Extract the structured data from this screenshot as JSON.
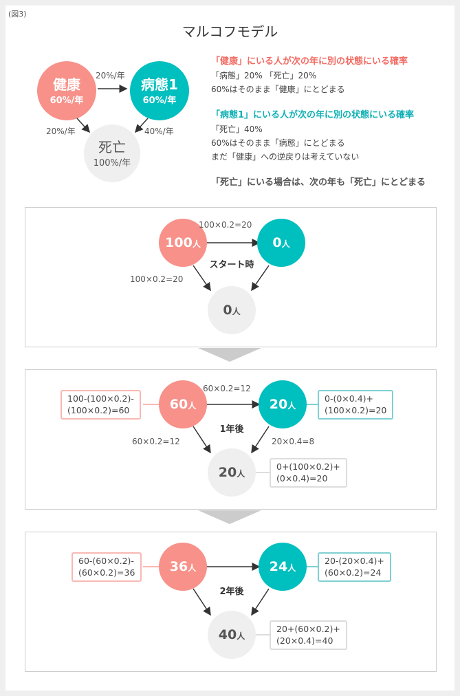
{
  "figure_label": "(図3)",
  "title": "マルコフモデル",
  "overview": {
    "healthy": {
      "name": "健康",
      "rate": "60%/年"
    },
    "sick": {
      "name": "病態1",
      "rate": "60%/年"
    },
    "dead": {
      "name": "死亡",
      "rate": "100%/年"
    },
    "h_to_s": "20%/年",
    "h_to_d": "20%/年",
    "s_to_d": "40%/年"
  },
  "description": {
    "healthy_heading": "「健康」にいる人が次の年に別の状態にいる確率",
    "healthy_lines": [
      "「病態」20% 「死亡」20%",
      "60%はそのまま「健康」にとどまる"
    ],
    "sick_heading": "「病態1」にいる人が次の年に別の状態にいる確率",
    "sick_lines": [
      "「死亡」40%",
      "60%はそのまま「病態」にとどまる",
      "まだ「健康」への逆戻りは考えていない"
    ],
    "dead_line": "「死亡」にいる場合は、次の年も「死亡」にとどまる"
  },
  "unit": "人",
  "stages": [
    {
      "label": "スタート時",
      "healthy": "100",
      "sick": "0",
      "dead": "0",
      "h_to_s": "100×0.2=20",
      "h_to_d": "100×0.2=20"
    },
    {
      "label": "1年後",
      "healthy": "60",
      "sick": "20",
      "dead": "20",
      "h_to_s": "60×0.2=12",
      "h_to_d": "60×0.2=12",
      "s_to_d": "20×0.4=8",
      "healthy_formula": [
        "100-(100×0.2)-",
        "(100×0.2)=60"
      ],
      "sick_formula": [
        "0-(0×0.4)+",
        "(100×0.2)=20"
      ],
      "dead_formula": [
        "0+(100×0.2)+",
        "(0×0.4)=20"
      ]
    },
    {
      "label": "2年後",
      "healthy": "36",
      "sick": "24",
      "dead": "40",
      "healthy_formula": [
        "60-(60×0.2)-",
        "(60×0.2)=36"
      ],
      "sick_formula": [
        "20-(20×0.4)+",
        "(60×0.2)=24"
      ],
      "dead_formula": [
        "20+(60×0.2)+",
        "(20×0.4)=40"
      ]
    }
  ],
  "colors": {
    "healthy": "#f7918a",
    "sick": "#00bfbf",
    "dead": "#efefef"
  }
}
